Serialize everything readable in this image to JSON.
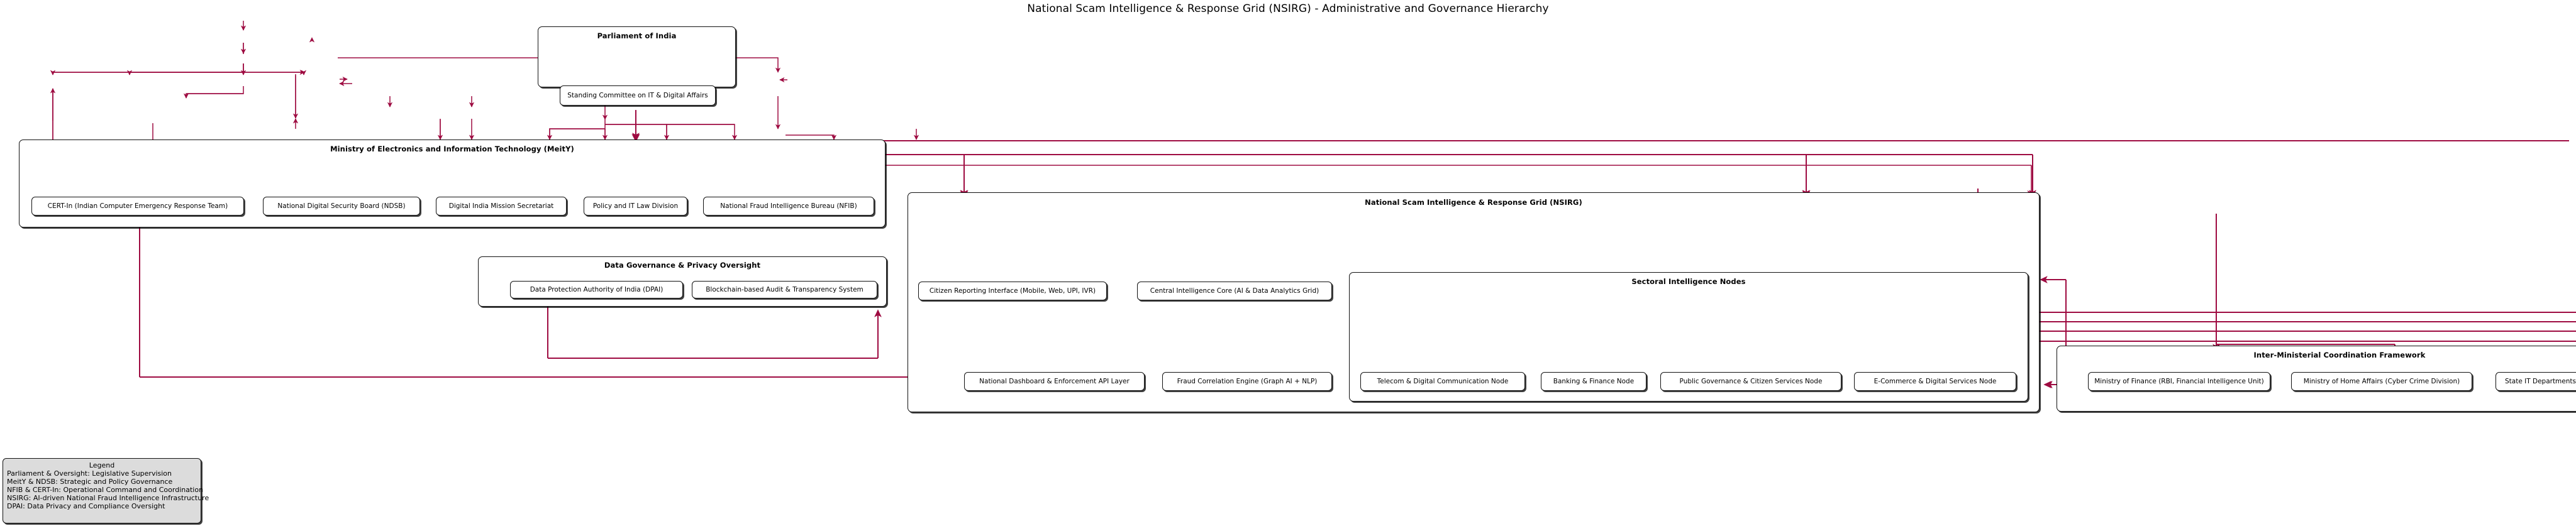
{
  "title": "National Scam Intelligence & Response Grid (NSIRG) - Administrative and Governance Hierarchy",
  "theme": {
    "edge_color": "#9e0b41",
    "node_border": "#111111",
    "node_fill": "#ffffff",
    "legend_fill": "#dcdcdc",
    "canvas": "#ffffff"
  },
  "clusters": {
    "parliament": {
      "label": "Parliament of India",
      "nodes": [
        {
          "id": "standing_committee",
          "label": "Standing Committee on IT & Digital Affairs"
        }
      ]
    },
    "meity": {
      "label": "Ministry of Electronics and Information Technology (MeitY)",
      "nodes": [
        {
          "id": "cert_in",
          "label": "CERT-In (Indian Computer Emergency Response Team)"
        },
        {
          "id": "ndsb",
          "label": "National Digital Security Board (NDSB)"
        },
        {
          "id": "dims",
          "label": "Digital India Mission Secretariat"
        },
        {
          "id": "policy_law",
          "label": "Policy and IT Law Division"
        },
        {
          "id": "nfib",
          "label": "National Fraud Intelligence Bureau (NFIB)"
        }
      ]
    },
    "data_governance": {
      "label": "Data Governance & Privacy Oversight",
      "nodes": [
        {
          "id": "dpai",
          "label": "Data Protection Authority of India (DPAI)"
        },
        {
          "id": "blockchain_audit",
          "label": "Blockchain-based Audit & Transparency System"
        }
      ]
    },
    "nsirg": {
      "label": "National Scam Intelligence & Response Grid (NSIRG)",
      "nodes": [
        {
          "id": "citizen_reporting",
          "label": "Citizen Reporting Interface (Mobile, Web, UPI, IVR)"
        },
        {
          "id": "central_core",
          "label": "Central Intelligence Core (AI & Data Analytics Grid)"
        },
        {
          "id": "national_dashboard",
          "label": "National Dashboard & Enforcement API Layer"
        },
        {
          "id": "fraud_engine",
          "label": "Fraud Correlation Engine (Graph AI + NLP)"
        }
      ]
    },
    "sectoral": {
      "label": "Sectoral Intelligence Nodes",
      "nodes": [
        {
          "id": "telecom_node",
          "label": "Telecom & Digital Communication Node"
        },
        {
          "id": "banking_node",
          "label": "Banking & Finance Node"
        },
        {
          "id": "public_gov_node",
          "label": "Public Governance & Citizen Services Node"
        },
        {
          "id": "ecommerce_node",
          "label": "E-Commerce & Digital Services Node"
        }
      ]
    },
    "inter_ministerial": {
      "label": "Inter-Ministerial Coordination Framework",
      "nodes": [
        {
          "id": "mof",
          "label": "Ministry of Finance (RBI, Financial Intelligence Unit)"
        },
        {
          "id": "mha",
          "label": "Ministry of Home Affairs (Cyber Crime Division)"
        },
        {
          "id": "state_it",
          "label": "State IT Departments"
        }
      ]
    }
  },
  "legend": {
    "title": "Legend",
    "lines": [
      "Parliament & Oversight: Legislative Supervision",
      "MeitY & NDSB: Strategic and Policy Governance",
      "NFIB & CERT-In: Operational Command and Coordination",
      "NSIRG: AI-driven National Fraud Intelligence Infrastructure",
      "DPAI: Data Privacy and Compliance Oversight"
    ]
  }
}
